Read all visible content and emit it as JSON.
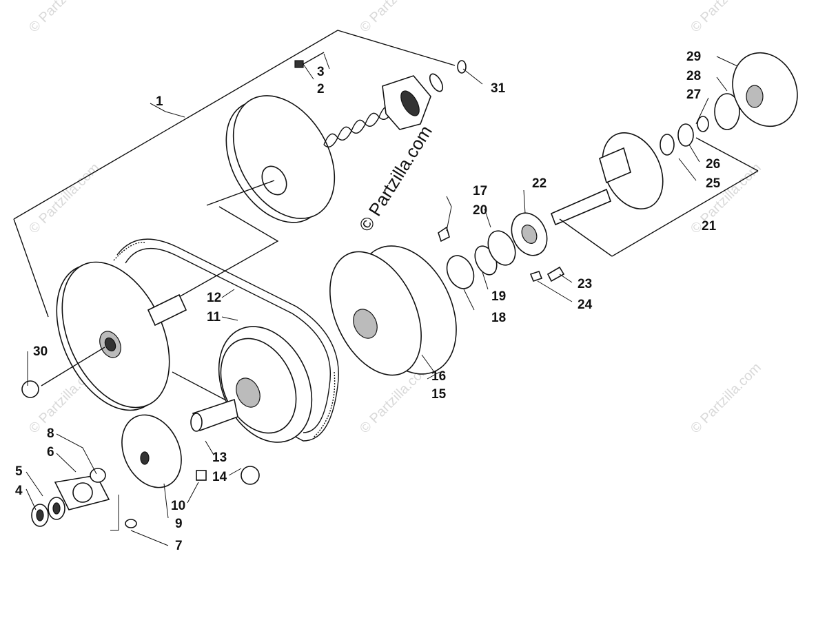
{
  "watermarks": {
    "center": "© Partzilla.com",
    "corner": "© Partzilla.com"
  },
  "callouts": [
    "1",
    "2",
    "3",
    "4",
    "5",
    "6",
    "7",
    "8",
    "9",
    "10",
    "11",
    "12",
    "13",
    "14",
    "15",
    "16",
    "17",
    "18",
    "19",
    "20",
    "21",
    "22",
    "23",
    "24",
    "25",
    "26",
    "27",
    "28",
    "29",
    "30",
    "31"
  ]
}
